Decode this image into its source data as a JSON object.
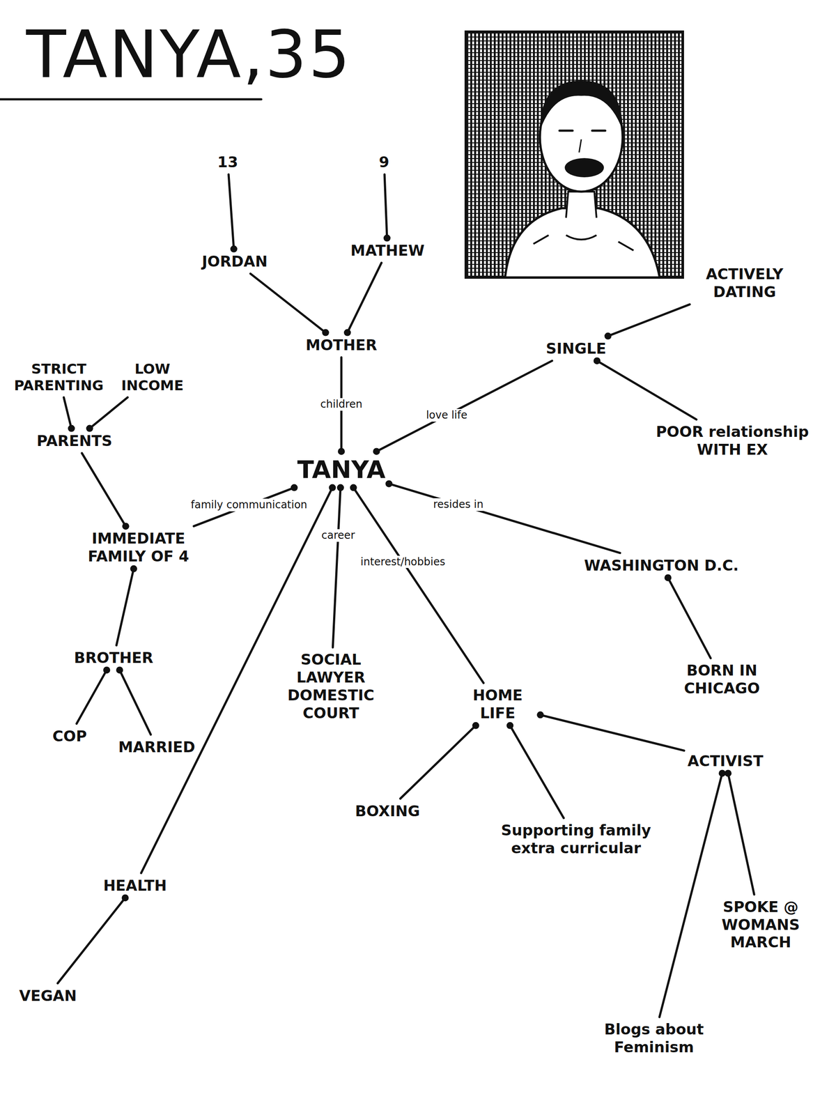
{
  "diagram": {
    "title": "TANYA,35",
    "nodes": [
      {
        "text": [
          "TANYA"
        ]
      },
      {
        "text": [
          "MOTHER"
        ]
      },
      {
        "text": [
          "JORDAN"
        ]
      },
      {
        "text": [
          "MATHEW"
        ]
      },
      {
        "text": [
          "13"
        ]
      },
      {
        "text": [
          "9"
        ]
      },
      {
        "text": [
          "SINGLE"
        ]
      },
      {
        "text": [
          "ACTIVELY DATING"
        ]
      },
      {
        "text": [
          "POOR relationship WITH EX"
        ]
      },
      {
        "text": [
          "IMMEDIATE FAMILY OF 4"
        ]
      },
      {
        "text": [
          "PARENTS"
        ]
      },
      {
        "text": [
          "STRICT PARENTING"
        ]
      },
      {
        "text": [
          "LOW INCOME"
        ]
      },
      {
        "text": [
          "BROTHER"
        ]
      },
      {
        "text": [
          "COP"
        ]
      },
      {
        "text": [
          "MARRIED"
        ]
      },
      {
        "text": [
          "SOCIAL LAWYER DOMESTIC COURT"
        ]
      },
      {
        "text": [
          "HOME LIFE"
        ]
      },
      {
        "text": [
          "BOXING"
        ]
      },
      {
        "text": [
          "Supporting family extra curricular"
        ]
      },
      {
        "text": [
          "ACTIVIST"
        ]
      },
      {
        "text": [
          "SPOKE @ WOMANS MARCH"
        ]
      },
      {
        "text": [
          "Blogs about Feminism"
        ]
      },
      {
        "text": [
          "WASHINGTON D.C."
        ]
      },
      {
        "text": [
          "BORN IN CHICAGO"
        ]
      },
      {
        "text": [
          "HEALTH"
        ]
      },
      {
        "text": [
          "VEGAN"
        ]
      }
    ],
    "edges": [
      {
        "from": 0,
        "to": 1,
        "label": "children",
        "arrow": "none"
      },
      {
        "from": 1,
        "to": 2,
        "arrow": "none"
      },
      {
        "from": 1,
        "to": 3,
        "arrow": "none"
      },
      {
        "from": 2,
        "to": 4,
        "arrow": "none"
      },
      {
        "from": 3,
        "to": 5,
        "arrow": "none"
      },
      {
        "from": 0,
        "to": 6,
        "label": "love life",
        "arrow": "none"
      },
      {
        "from": 6,
        "to": 7,
        "arrow": "none"
      },
      {
        "from": 6,
        "to": 8,
        "arrow": "none"
      },
      {
        "from": 0,
        "to": 9,
        "label": "family communication",
        "arrow": "none"
      },
      {
        "from": 9,
        "to": 10,
        "arrow": "none"
      },
      {
        "from": 10,
        "to": 11,
        "arrow": "none"
      },
      {
        "from": 10,
        "to": 12,
        "arrow": "none"
      },
      {
        "from": 9,
        "to": 13,
        "arrow": "none"
      },
      {
        "from": 13,
        "to": 14,
        "arrow": "none"
      },
      {
        "from": 13,
        "to": 15,
        "arrow": "none"
      },
      {
        "from": 0,
        "to": 16,
        "label": "career",
        "arrow": "none"
      },
      {
        "from": 0,
        "to": 17,
        "label": "interest/hobbies",
        "arrow": "none"
      },
      {
        "from": 17,
        "to": 18,
        "arrow": "none"
      },
      {
        "from": 17,
        "to": 19,
        "arrow": "none"
      },
      {
        "from": 17,
        "to": 20,
        "arrow": "none"
      },
      {
        "from": 20,
        "to": 22,
        "arrow": "none"
      },
      {
        "from": 20,
        "to": 21,
        "arrow": "none"
      },
      {
        "from": 0,
        "to": 23,
        "label": "resides in",
        "arrow": "none"
      },
      {
        "from": 23,
        "to": 24,
        "arrow": "none"
      },
      {
        "from": 0,
        "to": 25,
        "arrow": "none"
      },
      {
        "from": 25,
        "to": 26,
        "arrow": "none"
      }
    ]
  }
}
